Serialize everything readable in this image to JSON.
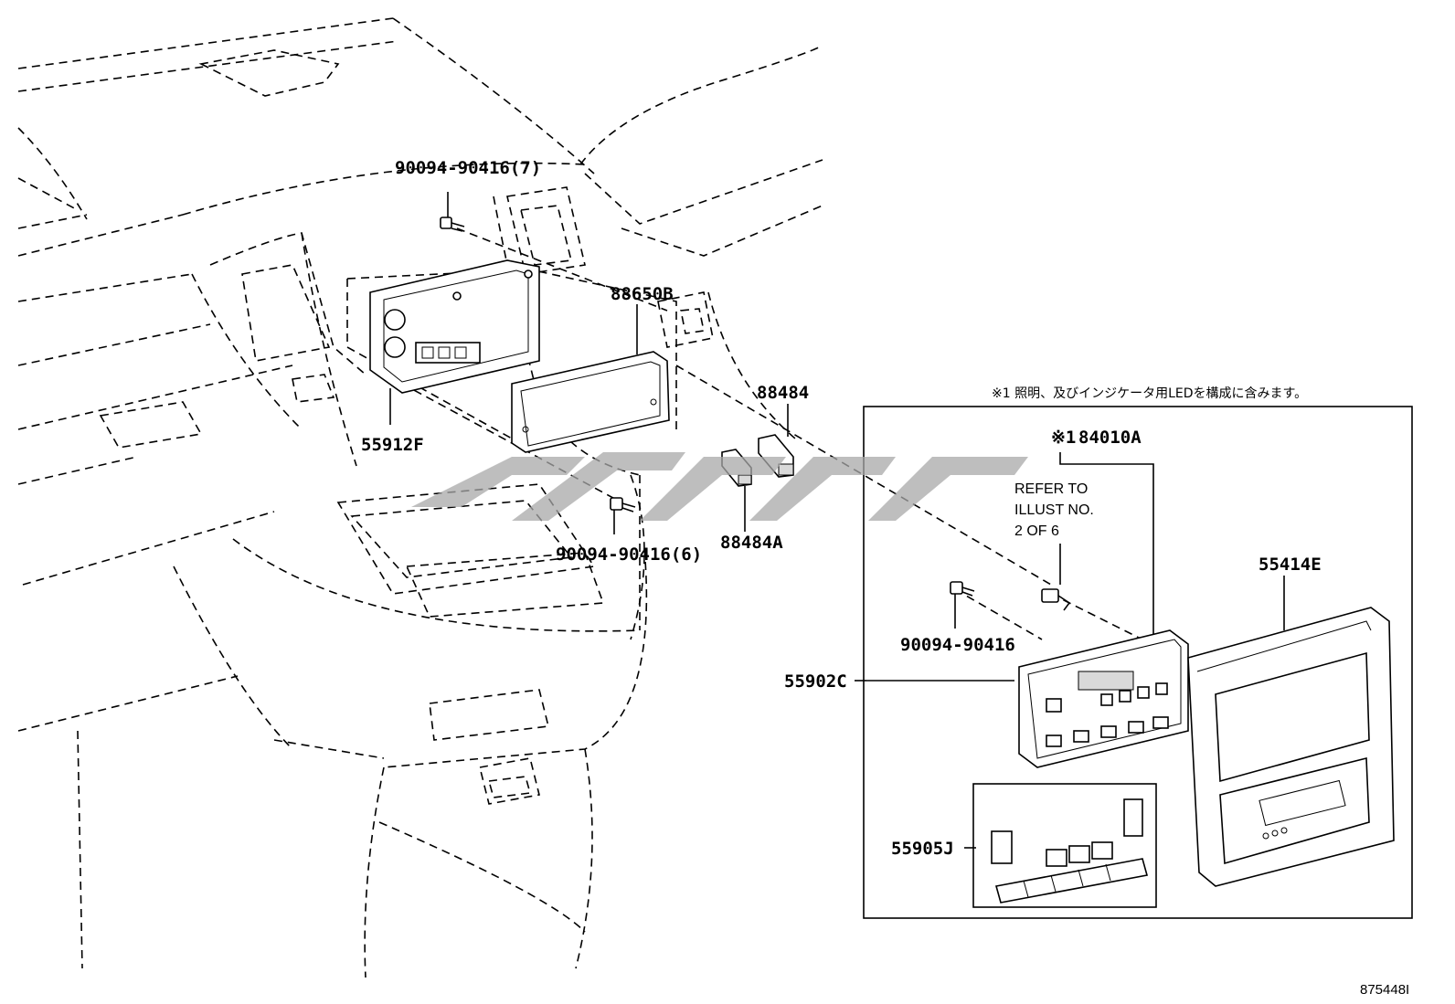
{
  "labels": {
    "screw_top": "90094-90416(7)",
    "bracket": "55912F",
    "board": "88650B",
    "connector": "88484",
    "connector_a": "88484A",
    "screw_bottom": "90094-90416(6)",
    "screw_box": "90094-90416",
    "switch_assy": "84010A",
    "switch_mark": "※1",
    "refer_line1": "REFER TO",
    "refer_line2": "ILLUST NO.",
    "refer_line3": "2 OF 6",
    "panel": "55414E",
    "control": "55902C",
    "knob_set": "55905J"
  },
  "note": "※1 照明、及びインジケータ用LEDを構成に含みます。",
  "figure_id": "875448I",
  "watermark": "CHGC"
}
